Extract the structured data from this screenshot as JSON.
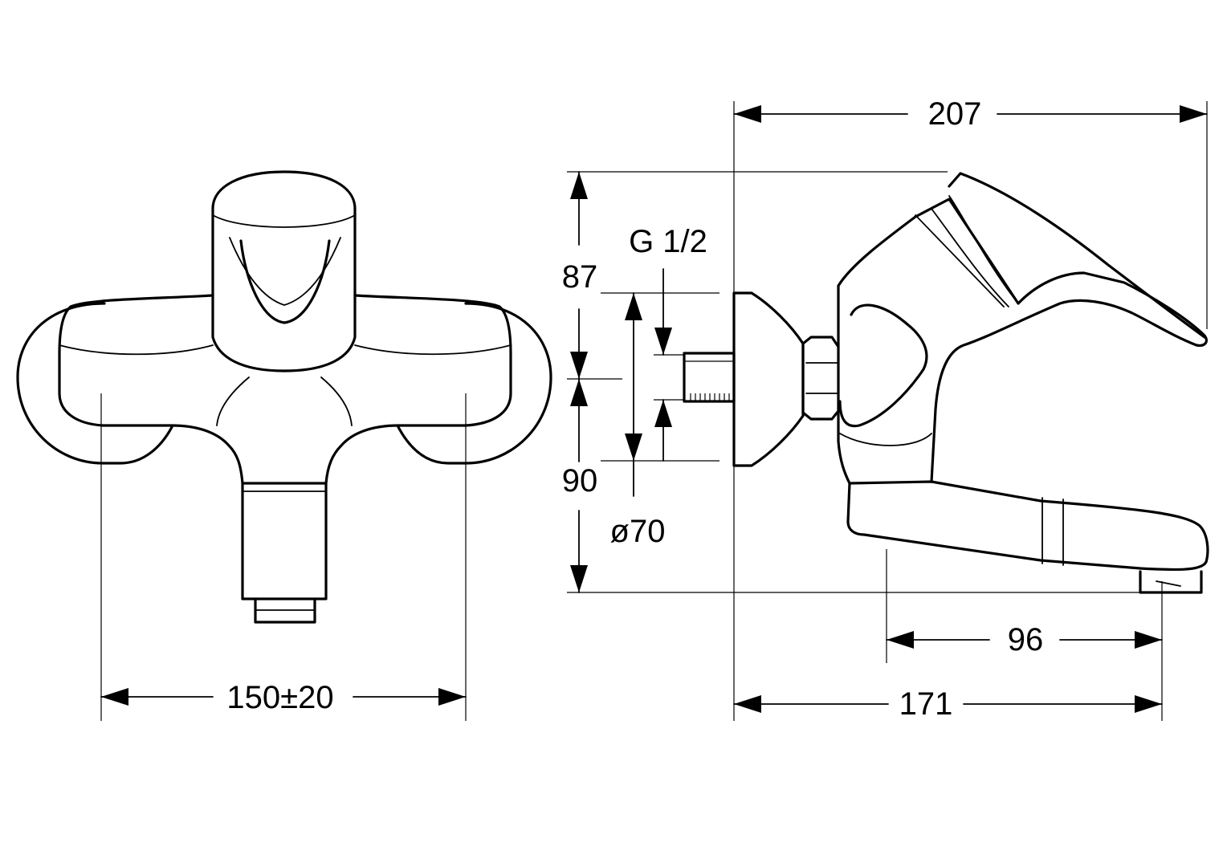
{
  "dimensions": {
    "front_width": "150±20",
    "overall_depth": "207",
    "height_above_axis": "87",
    "height_below_axis": "90",
    "thread": "G 1/2",
    "rosette_diameter": "ø70",
    "spout_reach": "96",
    "spout_projection": "171"
  }
}
